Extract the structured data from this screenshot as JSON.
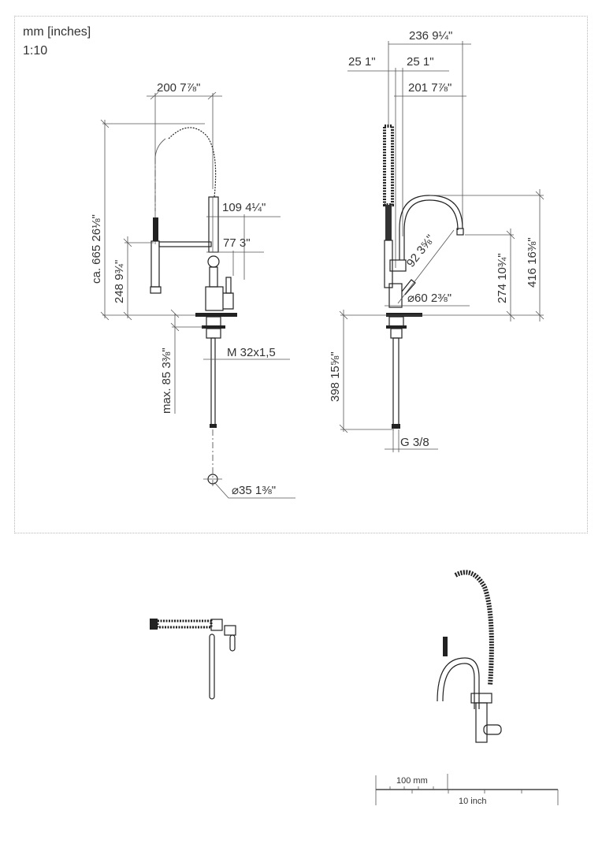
{
  "header": {
    "units": "mm [inches]",
    "scale": "1:10"
  },
  "front_view": {
    "spout_reach": {
      "mm": "200",
      "in": "7⅞\""
    },
    "total_height": {
      "mm": "ca. 665",
      "in": "26⅛\""
    },
    "spray_height": {
      "mm": "248",
      "in": "9¾\""
    },
    "body_reach": {
      "mm": "109",
      "in": "4¼\""
    },
    "handle_offset": {
      "mm": "77",
      "in": "3\""
    },
    "thread": "M 32x1,5",
    "max_deck": {
      "mm": "max. 85",
      "in": "3⅜\""
    },
    "hole_diameter": {
      "mm": "⌀35",
      "in": "1⅜\""
    }
  },
  "side_view": {
    "overall_width": {
      "mm": "236",
      "in": "9¼\""
    },
    "hose_offset_1": {
      "mm": "25",
      "in": "1\""
    },
    "hose_offset_2": {
      "mm": "25",
      "in": "1\""
    },
    "spout_reach": {
      "mm": "201",
      "in": "7⅞\""
    },
    "lever_length": {
      "mm": "92",
      "in": "3⅝\""
    },
    "base_diameter": {
      "mm": "⌀60",
      "in": "2⅜\""
    },
    "outlet_height": {
      "mm": "274",
      "in": "10¾\""
    },
    "spout_height": {
      "mm": "416",
      "in": "16⅜\""
    },
    "tail_length": {
      "mm": "398",
      "in": "15⅝\""
    },
    "connection": "G 3/8"
  },
  "scale_bar": {
    "metric_label": "100 mm",
    "imperial_label": "10 inch"
  }
}
